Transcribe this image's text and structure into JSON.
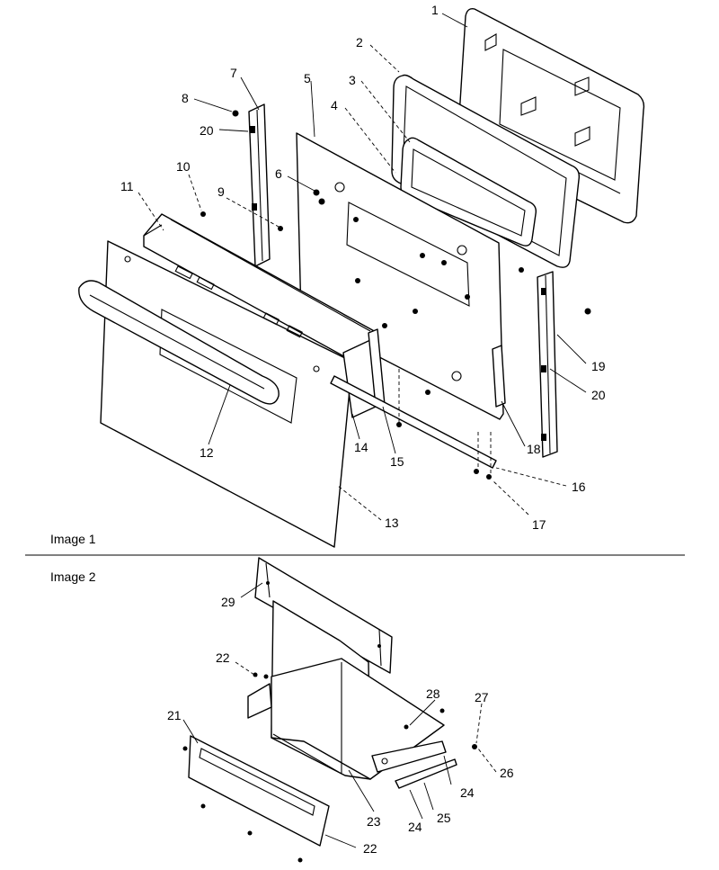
{
  "image1": {
    "label": "Image 1"
  },
  "image2": {
    "label": "Image 2"
  },
  "callouts": {
    "c1": "1",
    "c2": "2",
    "c3": "3",
    "c4": "4",
    "c5": "5",
    "c6": "6",
    "c7": "7",
    "c8": "8",
    "c9": "9",
    "c10": "10",
    "c11": "11",
    "c12": "12",
    "c13": "13",
    "c14": "14",
    "c15": "15",
    "c16": "16",
    "c17": "17",
    "c18": "18",
    "c19": "19",
    "c20a": "20",
    "c20b": "20",
    "c21": "21",
    "c22a": "22",
    "c22b": "22",
    "c23": "23",
    "c24a": "24",
    "c24b": "24",
    "c25": "25",
    "c26": "26",
    "c27": "27",
    "c28": "28",
    "c29": "29"
  }
}
